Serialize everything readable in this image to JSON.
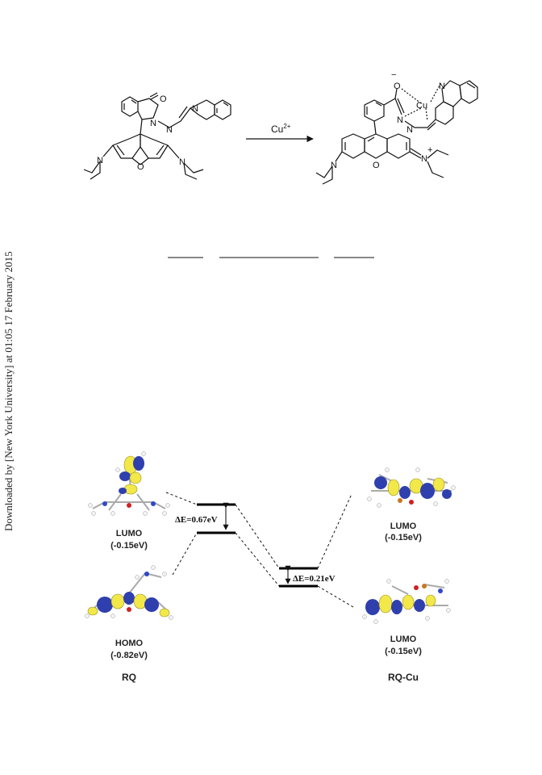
{
  "sidebar_note": "Downloaded by [New York University] at 01:05 17 February 2015",
  "reaction": {
    "reagent_label": "Cu",
    "reagent_charge": "2+",
    "atoms": {
      "carbonyl_O": "O",
      "hydrazone_N1": "N",
      "hydrazone_N2": "N",
      "quinoline_N_left": "N",
      "amine_N_left": "N",
      "amine_N_right": "N",
      "xanthene_O_left": "O",
      "enolate_O": "O",
      "enolate_charge": "−",
      "copper": "Cu",
      "complex_N1": "N",
      "complex_N2": "N",
      "quinoline_N_right": "N",
      "iminium_N_left": "N",
      "iminium_N_right": "N",
      "iminium_charge": "+",
      "xanthene_O_right": "O"
    }
  },
  "energy_diagram": {
    "left": {
      "name": "RQ",
      "lumo_label": "LUMO",
      "lumo_value": "(-0.15eV)",
      "homo_label": "HOMO",
      "homo_value": "(-0.82eV)",
      "gap_label": "ΔE=0.67eV"
    },
    "right": {
      "name": "RQ-Cu",
      "upper_label": "LUMO",
      "upper_value": "(-0.15eV)",
      "lower_label": "LUMO",
      "lower_value": "(-0.15eV)",
      "gap_label": "ΔE=0.21eV"
    }
  },
  "colors": {
    "orbital_positive": "#f2e84a",
    "orbital_negative": "#2f3fae",
    "atom_carbon": "#8a8a8a",
    "atom_hydrogen": "#f4f4f4",
    "atom_nitrogen": "#3048c8",
    "atom_oxygen": "#d02020",
    "atom_copper": "#c87820"
  }
}
